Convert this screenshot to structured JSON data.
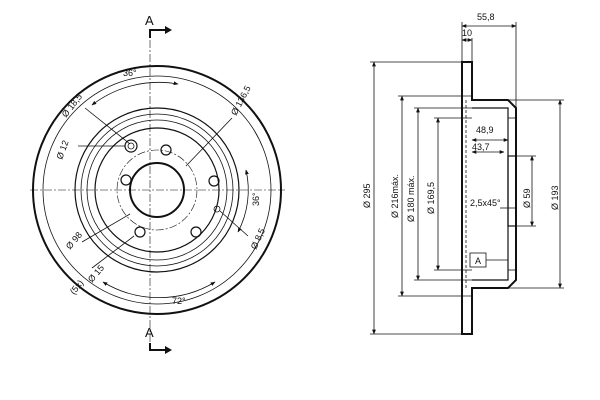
{
  "front_view": {
    "section_marker": "A",
    "dims": {
      "angle_top": "36°",
      "hub_hole_dia": "Ø 18,5",
      "pcd": "Ø 136,5",
      "pilot_hole_dia": "Ø 12",
      "angle_right": "36°",
      "bolt_hole_dia": "Ø 8,5",
      "center_bore": "Ø 98",
      "bolt_hole_count": "(5x)",
      "bolt_hole_small": "Ø 15",
      "angle_bottom": "72°"
    }
  },
  "section_view": {
    "dims": {
      "overall_thickness": "55,8",
      "disc_thickness": "10",
      "hat_outer": "48,9",
      "hat_inner": "43,7",
      "outer_dia": "Ø 295",
      "max_dia": "Ø 216máx.",
      "friction_dia": "Ø 180 máx.",
      "inner_dia": "Ø 169,5",
      "chamfer": "2,5x45°",
      "hub_dia": "Ø 59",
      "hub_outer_dia": "Ø 193"
    },
    "datum": "A"
  }
}
